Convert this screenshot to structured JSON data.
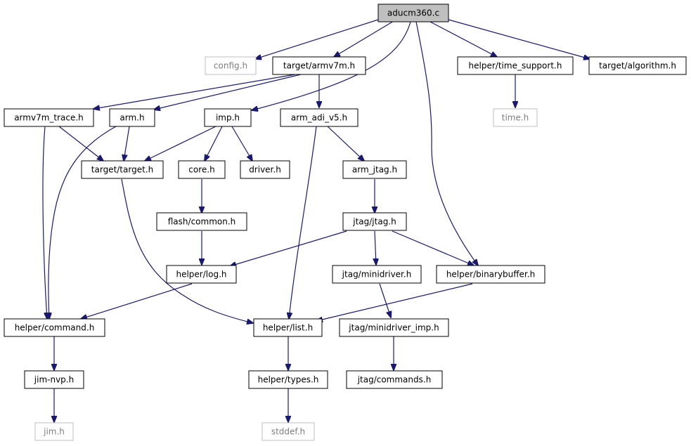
{
  "graph": {
    "nodes": [
      {
        "id": "aducm360_c",
        "label": "aducm360.c",
        "root": true
      },
      {
        "id": "config_h",
        "label": "config.h",
        "external": true
      },
      {
        "id": "target_armv7m_h",
        "label": "target/armv7m.h"
      },
      {
        "id": "helper_time_support_h",
        "label": "helper/time_support.h"
      },
      {
        "id": "target_algorithm_h",
        "label": "target/algorithm.h"
      },
      {
        "id": "armv7m_trace_h",
        "label": "armv7m_trace.h"
      },
      {
        "id": "arm_h",
        "label": "arm.h"
      },
      {
        "id": "imp_h",
        "label": "imp.h"
      },
      {
        "id": "arm_adi_v5_h",
        "label": "arm_adi_v5.h"
      },
      {
        "id": "time_h",
        "label": "time.h",
        "external": true
      },
      {
        "id": "target_target_h",
        "label": "target/target.h"
      },
      {
        "id": "core_h",
        "label": "core.h"
      },
      {
        "id": "driver_h",
        "label": "driver.h"
      },
      {
        "id": "arm_jtag_h",
        "label": "arm_jtag.h"
      },
      {
        "id": "flash_common_h",
        "label": "flash/common.h"
      },
      {
        "id": "jtag_jtag_h",
        "label": "jtag/jtag.h"
      },
      {
        "id": "helper_log_h",
        "label": "helper/log.h"
      },
      {
        "id": "jtag_minidriver_h",
        "label": "jtag/minidriver.h"
      },
      {
        "id": "helper_binarybuffer_h",
        "label": "helper/binarybuffer.h"
      },
      {
        "id": "helper_command_h",
        "label": "helper/command.h"
      },
      {
        "id": "helper_list_h",
        "label": "helper/list.h"
      },
      {
        "id": "jtag_minidriver_imp_h",
        "label": "jtag/minidriver_imp.h"
      },
      {
        "id": "jim_nvp_h",
        "label": "jim-nvp.h"
      },
      {
        "id": "helper_types_h",
        "label": "helper/types.h"
      },
      {
        "id": "jtag_commands_h",
        "label": "jtag/commands.h"
      },
      {
        "id": "jim_h",
        "label": "jim.h",
        "external": true
      },
      {
        "id": "stddef_h",
        "label": "stddef.h",
        "external": true
      }
    ],
    "edges": [
      {
        "from": "aducm360_c",
        "to": "config_h"
      },
      {
        "from": "aducm360_c",
        "to": "target_armv7m_h"
      },
      {
        "from": "aducm360_c",
        "to": "imp_h"
      },
      {
        "from": "aducm360_c",
        "to": "helper_binarybuffer_h"
      },
      {
        "from": "aducm360_c",
        "to": "helper_time_support_h"
      },
      {
        "from": "aducm360_c",
        "to": "target_algorithm_h"
      },
      {
        "from": "target_armv7m_h",
        "to": "armv7m_trace_h"
      },
      {
        "from": "target_armv7m_h",
        "to": "arm_h"
      },
      {
        "from": "target_armv7m_h",
        "to": "arm_adi_v5_h"
      },
      {
        "from": "helper_time_support_h",
        "to": "time_h"
      },
      {
        "from": "armv7m_trace_h",
        "to": "target_target_h"
      },
      {
        "from": "armv7m_trace_h",
        "to": "helper_command_h"
      },
      {
        "from": "arm_h",
        "to": "target_target_h"
      },
      {
        "from": "arm_h",
        "to": "helper_command_h"
      },
      {
        "from": "imp_h",
        "to": "target_target_h"
      },
      {
        "from": "imp_h",
        "to": "core_h"
      },
      {
        "from": "imp_h",
        "to": "driver_h"
      },
      {
        "from": "arm_adi_v5_h",
        "to": "arm_jtag_h"
      },
      {
        "from": "arm_adi_v5_h",
        "to": "helper_list_h"
      },
      {
        "from": "target_target_h",
        "to": "helper_list_h"
      },
      {
        "from": "core_h",
        "to": "flash_common_h"
      },
      {
        "from": "arm_jtag_h",
        "to": "jtag_jtag_h"
      },
      {
        "from": "flash_common_h",
        "to": "helper_log_h"
      },
      {
        "from": "jtag_jtag_h",
        "to": "helper_log_h"
      },
      {
        "from": "jtag_jtag_h",
        "to": "jtag_minidriver_h"
      },
      {
        "from": "jtag_jtag_h",
        "to": "helper_binarybuffer_h"
      },
      {
        "from": "helper_log_h",
        "to": "helper_command_h"
      },
      {
        "from": "jtag_minidriver_h",
        "to": "jtag_minidriver_imp_h"
      },
      {
        "from": "helper_binarybuffer_h",
        "to": "helper_list_h"
      },
      {
        "from": "helper_command_h",
        "to": "jim_nvp_h"
      },
      {
        "from": "helper_list_h",
        "to": "helper_types_h"
      },
      {
        "from": "jtag_minidriver_imp_h",
        "to": "jtag_commands_h"
      },
      {
        "from": "jim_nvp_h",
        "to": "jim_h"
      },
      {
        "from": "helper_types_h",
        "to": "stddef_h"
      }
    ]
  }
}
